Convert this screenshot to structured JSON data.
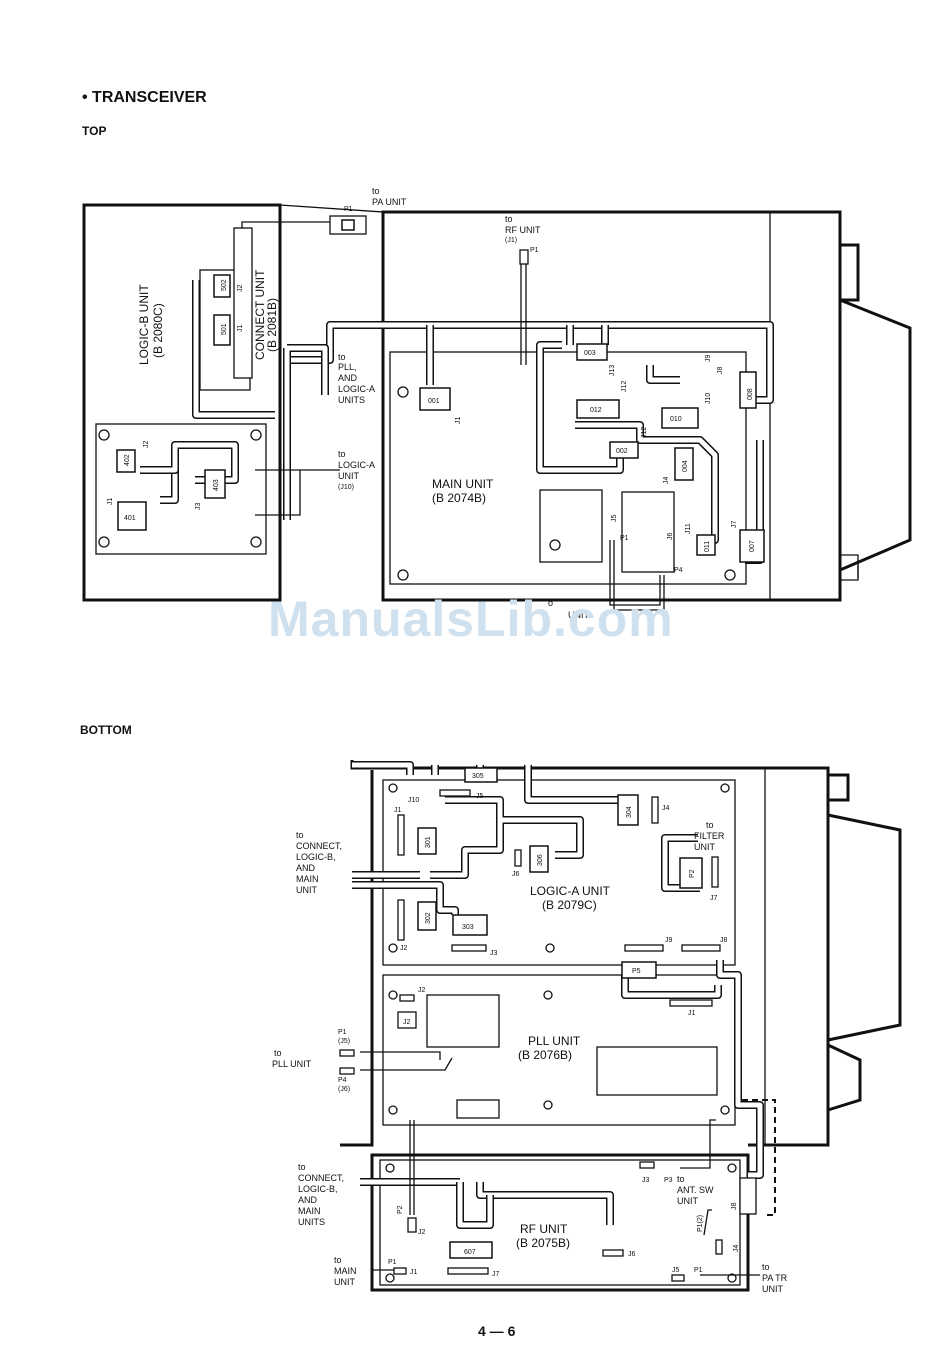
{
  "title": "• TRANSCEIVER",
  "sections": {
    "top": "TOP",
    "bottom": "BOTTOM"
  },
  "footer": {
    "page": "4 — 6"
  },
  "watermark": "ManualsLib.com",
  "top": {
    "logic_b": {
      "name": "LOGIC-B UNIT",
      "code": "(B 2080C)"
    },
    "connect": {
      "name": "CONNECT UNIT",
      "code": "(B 2081B)"
    },
    "main": {
      "name": "MAIN UNIT",
      "code": "(B 2074B)"
    },
    "to_pa": {
      "to": "to",
      "unit": "PA UNIT",
      "plug": "P1"
    },
    "to_rf": {
      "to": "to",
      "unit": "RF UNIT",
      "jack": "(J1)",
      "plug": "P1"
    },
    "to_pll": {
      "l1": "to",
      "l2": "PLL,",
      "l3": "AND",
      "l4": "LOGIC-A",
      "l5": "UNITS"
    },
    "to_logica": {
      "l1": "to",
      "l2": "LOGIC-A",
      "l3": "UNIT",
      "l4": "(J10)"
    },
    "to_bottom": {
      "l1": "o",
      "l2": "UNIT"
    },
    "chips": [
      "502",
      "501",
      "402",
      "403",
      "401",
      "003",
      "012",
      "010",
      "002",
      "004",
      "008",
      "011",
      "007",
      "001"
    ],
    "jacks": [
      "J2",
      "J1",
      "J2",
      "J3",
      "J1",
      "J13",
      "J12",
      "J9",
      "J8",
      "J10",
      "J12",
      "J4",
      "J5",
      "J6",
      "J11",
      "J7",
      "J1",
      "P1",
      "P4"
    ]
  },
  "bottom": {
    "logic_a": {
      "name": "LOGIC-A UNIT",
      "code": "(B 2079C)"
    },
    "pll": {
      "name": "PLL UNIT",
      "code": "(B 2076B)"
    },
    "rf": {
      "name": "RF UNIT",
      "code": "(B 2075B)"
    },
    "to_connect_1": {
      "l1": "to",
      "l2": "CONNECT,",
      "l3": "LOGIC-B,",
      "l4": "AND",
      "l5": "MAIN",
      "l6": "UNIT"
    },
    "to_filter": {
      "l1": "to",
      "l2": "FILTER",
      "l3": "UNIT"
    },
    "to_pll_unit": {
      "l1": "to",
      "l2": "PLL UNIT",
      "p1": "P1",
      "p1j": "(J5)",
      "p4": "P4",
      "p4j": "(J6)"
    },
    "to_connect_2": {
      "l1": "to",
      "l2": "CONNECT,",
      "l3": "LOGIC-B,",
      "l4": "AND",
      "l5": "MAIN",
      "l6": "UNITS"
    },
    "to_ant": {
      "l1": "to",
      "l2": "ANT. SW",
      "l3": "UNIT"
    },
    "to_main": {
      "l1": "to",
      "l2": "MAIN",
      "l3": "UNIT"
    },
    "to_patr": {
      "l1": "to",
      "l2": "PA TR",
      "l3": "UNIT"
    },
    "chips": [
      "305",
      "301",
      "306",
      "304",
      "302",
      "303",
      "P2",
      "P5",
      "607"
    ],
    "jacks": [
      "J10",
      "J5",
      "J1",
      "J4",
      "J6",
      "J7",
      "J2",
      "J3",
      "J9",
      "J8",
      "J2",
      "J1",
      "J2",
      "J3",
      "P3",
      "J8",
      "J4",
      "P2",
      "J2",
      "P1",
      "J1",
      "J7",
      "J6",
      "J5",
      "P1",
      "P1(2)"
    ]
  }
}
